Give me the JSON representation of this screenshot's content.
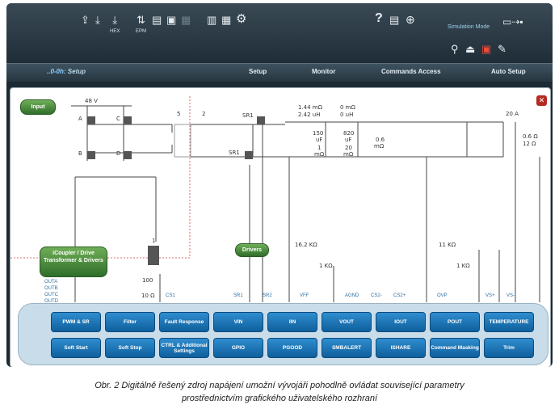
{
  "toolbar": {
    "hex_label": "HEX",
    "epm_label": "EPM",
    "simulation_mode": "Simulation Mode"
  },
  "nav": {
    "prefix": "..0-0h:",
    "title": "Setup",
    "items": [
      "Setup",
      "Monitor",
      "Commands Access",
      "Auto Setup"
    ]
  },
  "schematic": {
    "input_label": "Input",
    "voltage_48": "48 V",
    "switch_labels": [
      "A",
      "B",
      "C",
      "D"
    ],
    "num_5": "5",
    "num_2": "2",
    "num_1": "1",
    "sr1_top": "SR1",
    "sr1_bottom": "SR1",
    "l_val_1": "1.44 mΩ",
    "l_val_2": "2.42 uH",
    "l2_val_1": "0 mΩ",
    "l2_val_2": "0 uH",
    "c1_val_1": "150",
    "c1_val_2": "uF",
    "c1_val_3": "1",
    "c1_val_4": "mΩ",
    "c2_val_1": "820",
    "c2_val_2": "uF",
    "c2_val_3": "20",
    "c2_val_4": "mΩ",
    "r_sense_1": "0.6",
    "r_sense_2": "mΩ",
    "load_current": "20 A",
    "load_r1": "0.6  Ω",
    "load_r2": "12  Ω",
    "r_16k": "16.2 KΩ",
    "r_1k_a": "1 KΩ",
    "r_11k": "11 KΩ",
    "r_1k_b": "1 KΩ",
    "r_100": "100",
    "r_10": "10 Ω",
    "icoupler_label": "iCoupler / Drive Transformer & Drivers",
    "drivers_label": "Drivers",
    "out_labels": [
      "OUTA",
      "OUTB",
      "OUTC",
      "OUTD"
    ],
    "port_labels": [
      "CS1",
      "SR1",
      "SR2",
      "VFF",
      "AGND",
      "CS2-",
      "CS2+",
      "OVP",
      "VS+",
      "VS-"
    ]
  },
  "functions": {
    "row1": [
      "PWM & SR",
      "Filter",
      "Fault Response",
      "VIN",
      "IIN",
      "VOUT",
      "IOUT",
      "POUT",
      "TEMPERATURE"
    ],
    "row2": [
      "Soft Start",
      "Soft Stop",
      "CTRL & Additional Settings",
      "GPIO",
      "PGOOD",
      "SMBALERT",
      "ISHARE",
      "Command Masking",
      "Trim"
    ]
  },
  "caption": {
    "line1": "Obr. 2  Digitálně řešený zdroj napájení umožní vývojáři pohodlně ovládat související parametry",
    "line2": "prostřednictvím grafického uživatelského rozhraní"
  },
  "colors": {
    "function_button": "#1f78b8",
    "driver_button": "#4f8f3e",
    "panel_bg": "#c9dcea",
    "close_button": "#b32b22"
  }
}
